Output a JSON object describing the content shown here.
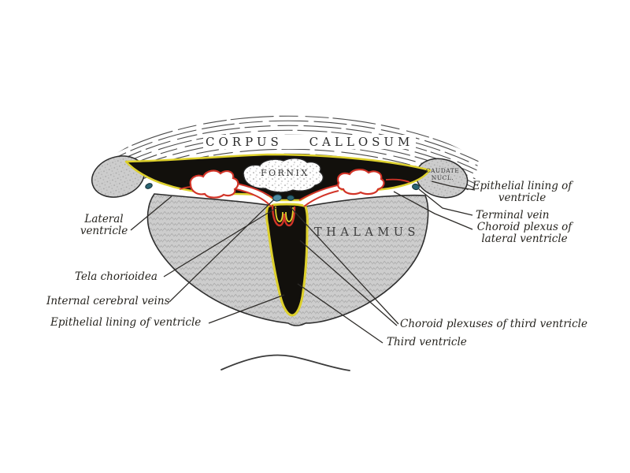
{
  "figure": {
    "type": "anatomical-diagram",
    "subject": "Coronal section of lateral and third ventricles",
    "structure_labels": {
      "corpus_callosum": "CORPUS CALLOSUM",
      "fornix": "FORNIX",
      "thalamus": "THALAMUS",
      "caudate_line1": "CAUDATE",
      "caudate_line2": "NUCL."
    },
    "callouts": {
      "lateral_ventricle": "Lateral ventricle",
      "tela_chorioidea": "Tela chorioidea",
      "internal_cerebral_veins": "Internal cerebral veins",
      "epithelial_lining_left": "Epithelial lining of ventricle",
      "epithelial_lining_right": "Epithelial lining of ventricle",
      "terminal_vein": "Terminal vein",
      "choroid_plexus_lateral": "Choroid plexus of lateral ventricle",
      "choroid_plexuses_third": "Choroid plexuses of third ventricle",
      "third_ventricle": "Third ventricle"
    },
    "colors": {
      "background": "#ffffff",
      "lining_yellow": "#ddd02c",
      "plexus_red": "#d23428",
      "vein_teal_dark": "#2a6472",
      "vein_teal_light": "#4e8da4",
      "tissue_gray": "#cdcdcd",
      "space_black": "#12100c",
      "ink": "#2e2c29"
    }
  }
}
